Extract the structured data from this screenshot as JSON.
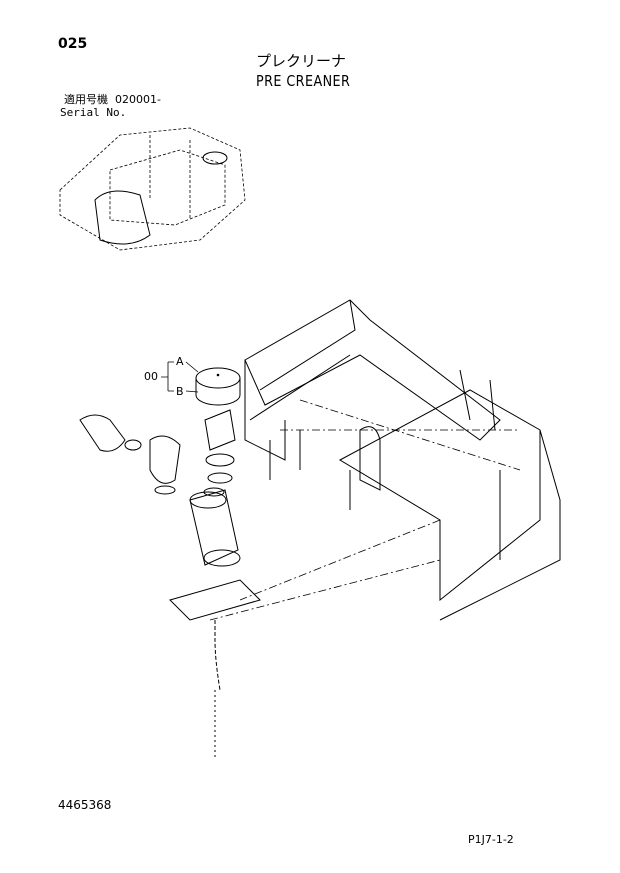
{
  "page_number": "025",
  "title": {
    "japanese": "プレクリーナ",
    "english": "PRE CREANER"
  },
  "serial": {
    "japanese_label": "適用号機",
    "value": "020001-",
    "english_label": "Serial No."
  },
  "callouts": {
    "group": "00",
    "a": "A",
    "b": "B"
  },
  "document_number": "4465368",
  "figure_code": "P1J7-1-2"
}
